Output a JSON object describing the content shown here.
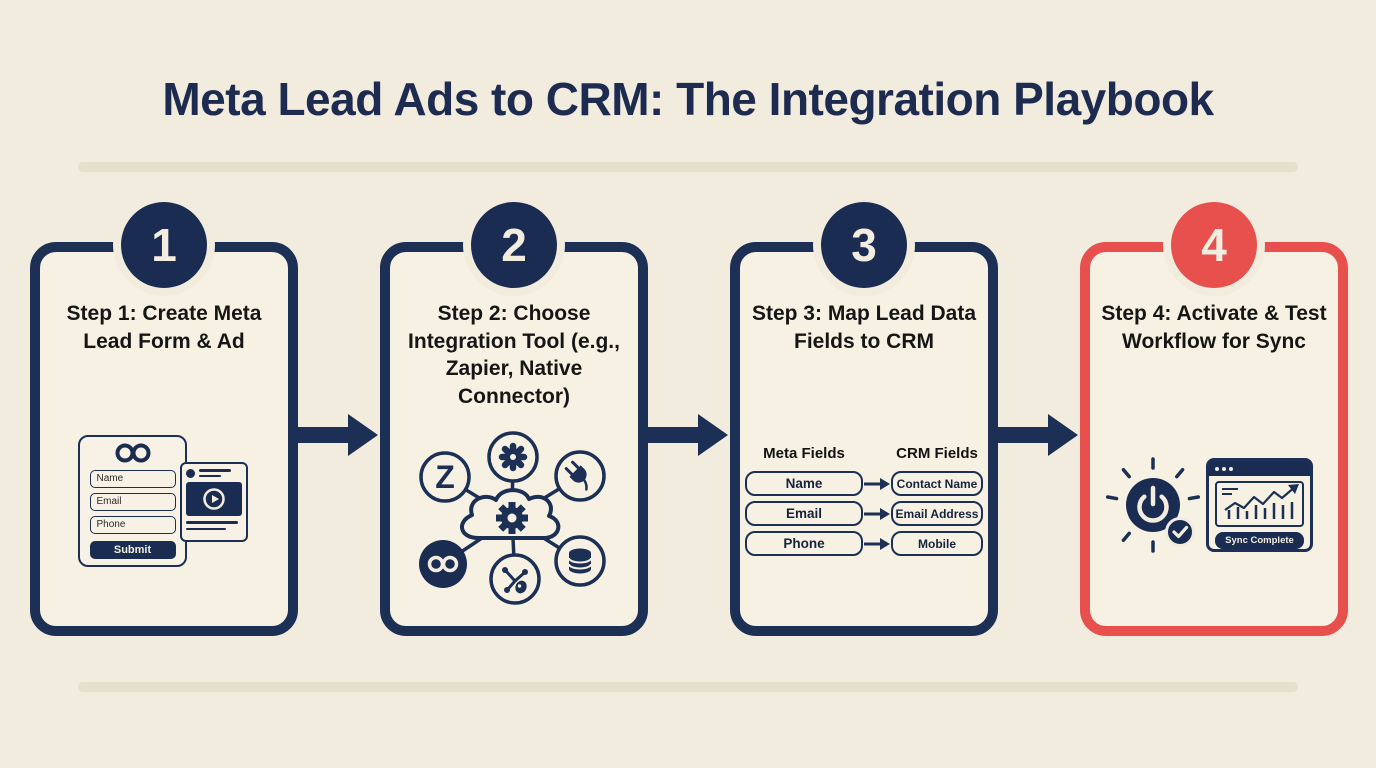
{
  "title": "Meta Lead Ads to CRM: The Integration Playbook",
  "colors": {
    "navy": "#1c2f55",
    "red": "#e8504e",
    "background": "#f1ecde",
    "card_background": "#f6f1e3",
    "divider": "#e5dfce",
    "cream_text": "#f2eddf",
    "heading_text": "#161616"
  },
  "steps": [
    {
      "number": "1",
      "title": "Step 1: Create Meta Lead Form & Ad",
      "accent": "navy"
    },
    {
      "number": "2",
      "title": "Step 2: Choose Integration Tool (e.g., Zapier, Native Connector)",
      "accent": "navy"
    },
    {
      "number": "3",
      "title": "Step 3: Map Lead Data Fields to CRM",
      "accent": "navy"
    },
    {
      "number": "4",
      "title": "Step 4: Activate & Test Workflow for Sync",
      "accent": "red"
    }
  ],
  "lead_form": {
    "logo": "meta-infinity",
    "fields": [
      "Name",
      "Email",
      "Phone"
    ],
    "submit_label": "Submit"
  },
  "integration_icons": [
    "zapier-z",
    "zapier-asterisk",
    "plug",
    "cloud-gear-hub",
    "meta-infinity",
    "hubspot-sprocket",
    "database"
  ],
  "field_mapping": {
    "meta_header": "Meta Fields",
    "crm_header": "CRM Fields",
    "rows": [
      {
        "meta_field": "Name",
        "crm_field": "Contact Name"
      },
      {
        "meta_field": "Email",
        "crm_field": "Email Address"
      },
      {
        "meta_field": "Phone",
        "crm_field": "Mobile"
      }
    ]
  },
  "activation": {
    "icons": [
      "power-button",
      "check-badge",
      "analytics-window"
    ],
    "status_label": "Sync Complete"
  }
}
